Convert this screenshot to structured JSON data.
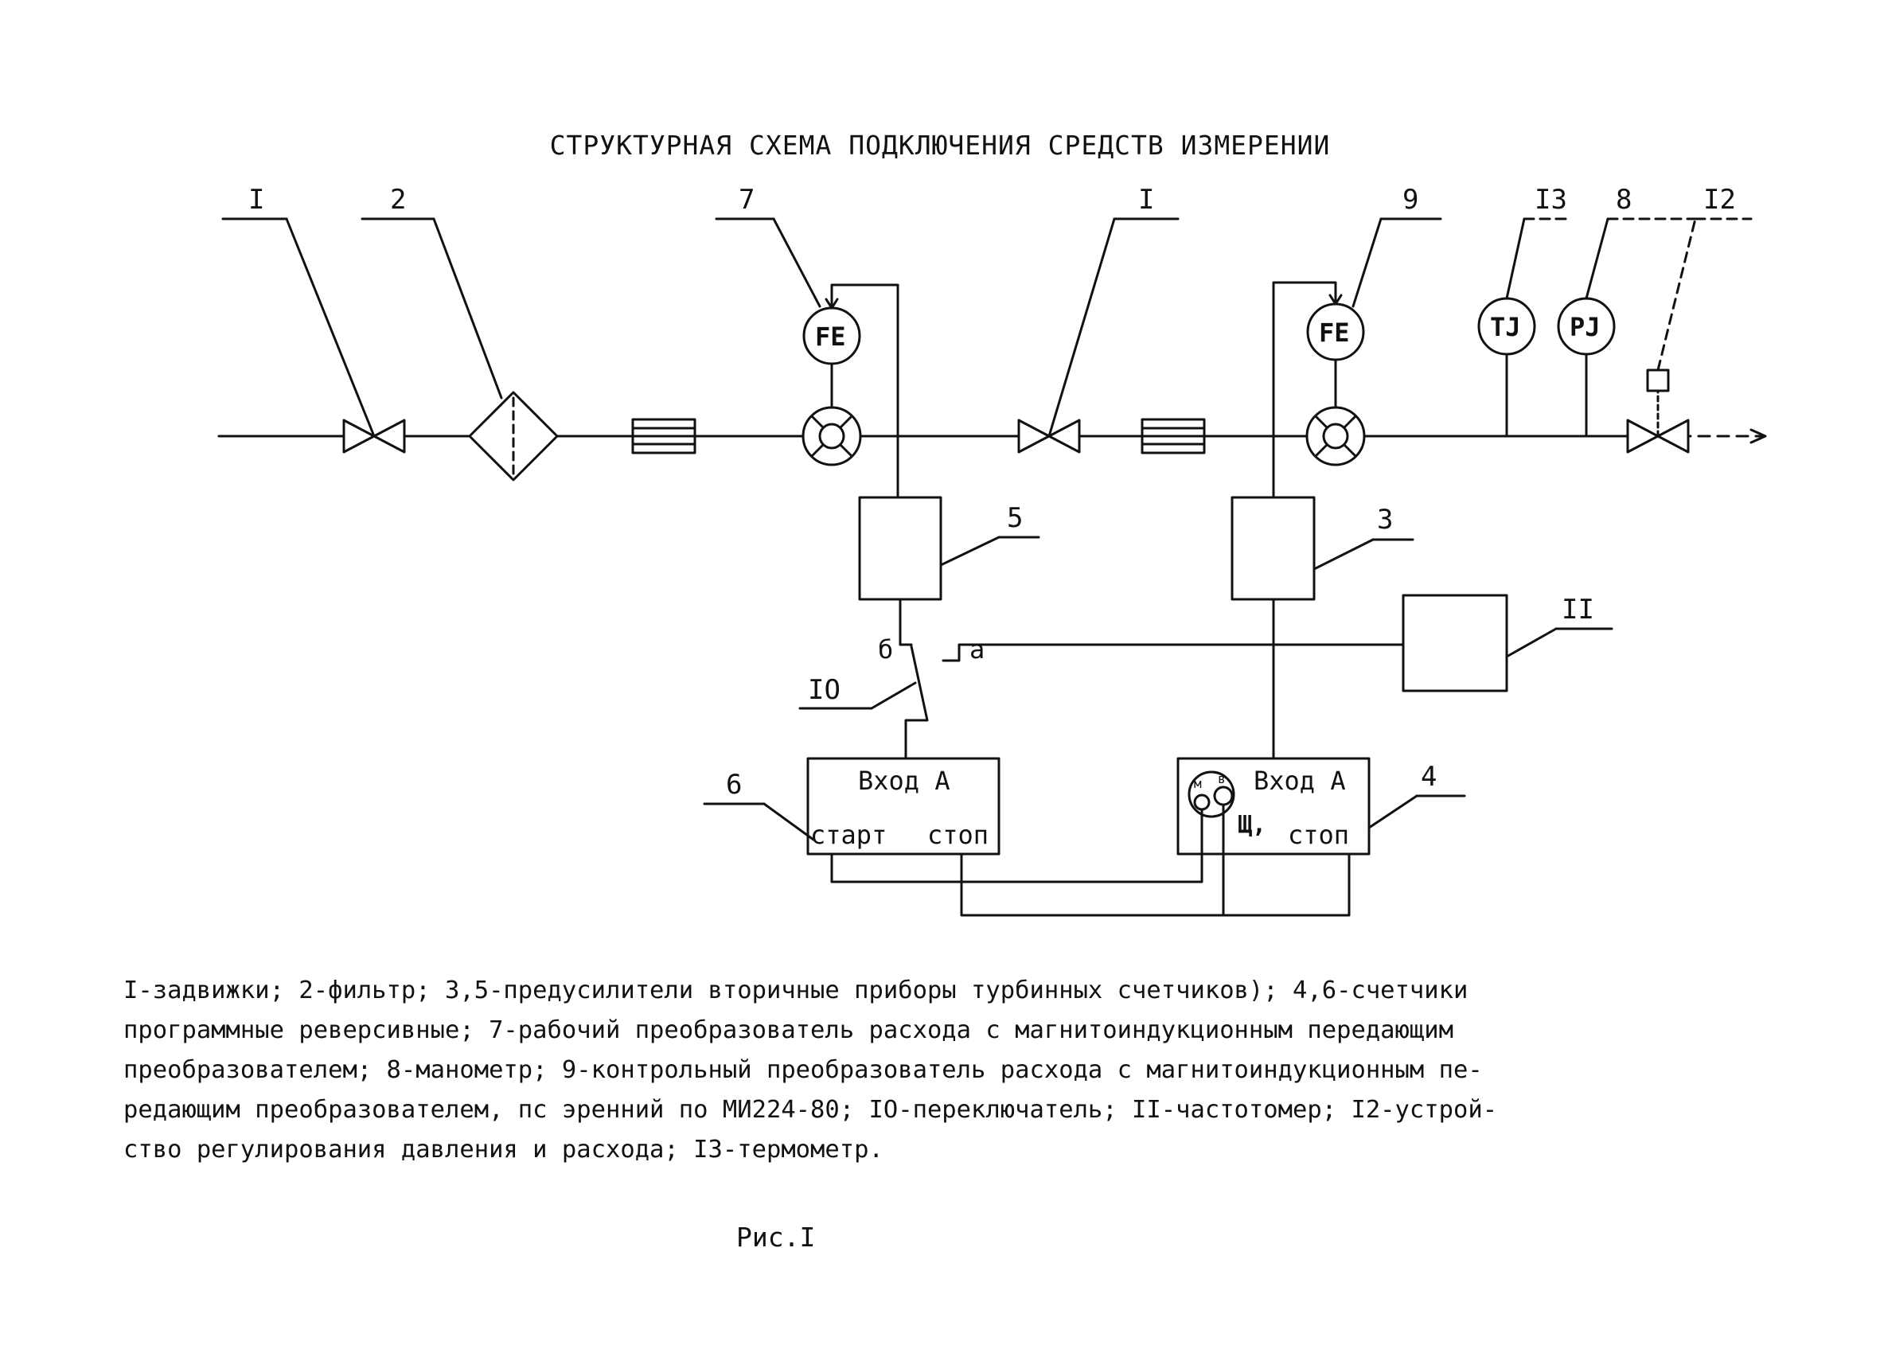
{
  "title": "СТРУКТУРНАЯ СХЕМА ПОДКЛЮЧЕНИЯ СРЕДСТВ ИЗМЕРЕНИИ",
  "labels": {
    "l_1a": "I",
    "l_2": "2",
    "l_7": "7",
    "l_1b": "I",
    "l_9": "9",
    "l_13": "I3",
    "l_8": "8",
    "l_12": "I2",
    "l_5": "5",
    "l_3": "3",
    "l_11": "II",
    "l_10": "IO",
    "l_6": "6",
    "l_4": "4",
    "switch_b": "б",
    "switch_a": "а"
  },
  "instruments": {
    "fe_left": "FE",
    "fe_right": "FE",
    "temp": "TJ",
    "pressure": "PJ"
  },
  "counters": {
    "left_input": "Вход А",
    "left_start": "старт",
    "left_stop": "стоп",
    "right_input": "Вход А",
    "right_shch": "Щ,",
    "right_stop": "стоп",
    "dial_m": "м",
    "dial_v": "в"
  },
  "legend": "I-задвижки; 2-фильтр; 3,5-предусилители вторичные приборы турбинных счетчиков); 4,6-счетчики\nпрограммные реверсивные; 7-рабочий преобразователь расхода с магнитоиндукционным передающим\nпреобразователем; 8-манометр; 9-контрольный преобразователь расхода с магнитоиндукционным пе-\nредающим преобразователем, пс эренний по МИ224-80; IO-переключатель; II-частотомер; I2-устрой-\nство регулирования давления и расхода; I3-термометр.",
  "caption": "Рис.I"
}
